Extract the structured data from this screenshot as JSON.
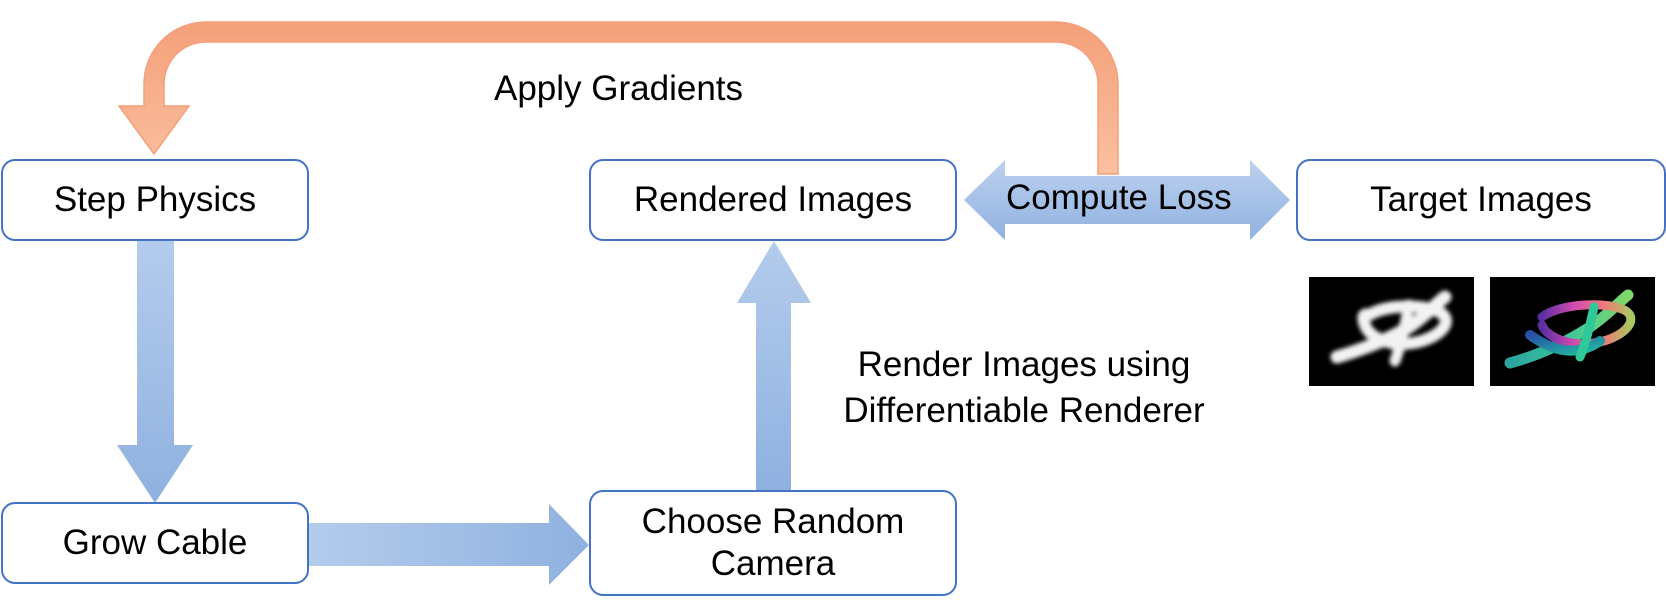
{
  "nodes": {
    "step_physics": "Step Physics",
    "grow_cable": "Grow Cable",
    "choose_camera_line1": "Choose Random",
    "choose_camera_line2": "Camera",
    "rendered_images": "Rendered Images",
    "target_images": "Target Images"
  },
  "edges": {
    "apply_gradients": "Apply Gradients",
    "compute_loss": "Compute Loss",
    "render_line1": "Render Images using",
    "render_line2": "Differentiable Renderer"
  },
  "colors": {
    "box_border": "#4472c4",
    "blue_arrow_light": "#b4ccec",
    "blue_arrow_dark": "#8fb1e0",
    "orange_arrow_light": "#fbc0a0",
    "orange_arrow_dark": "#f4a07a"
  },
  "thumbnails": [
    {
      "name": "target-silhouette-image",
      "kind": "white silhouette knot"
    },
    {
      "name": "target-rendered-image",
      "kind": "colored tube knot"
    }
  ]
}
